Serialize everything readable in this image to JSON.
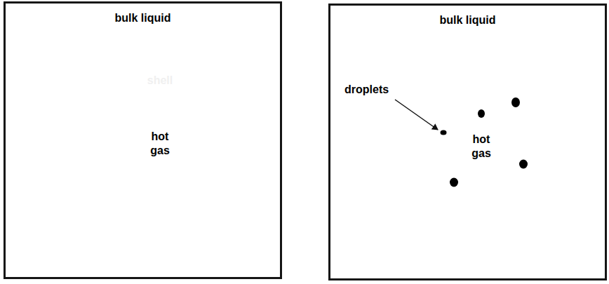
{
  "diagram": {
    "nodes": [
      {
        "text": [
          "bulk liquid"
        ]
      },
      {
        "text": [
          "shell"
        ],
        "in": 0
      },
      {
        "text": [
          "hot gas"
        ],
        "in": 1
      },
      {
        "text": [
          "bulk liquid"
        ]
      },
      {
        "text": [
          "hot gas"
        ],
        "in": 3
      }
    ],
    "labels": [
      "droplets"
    ]
  }
}
